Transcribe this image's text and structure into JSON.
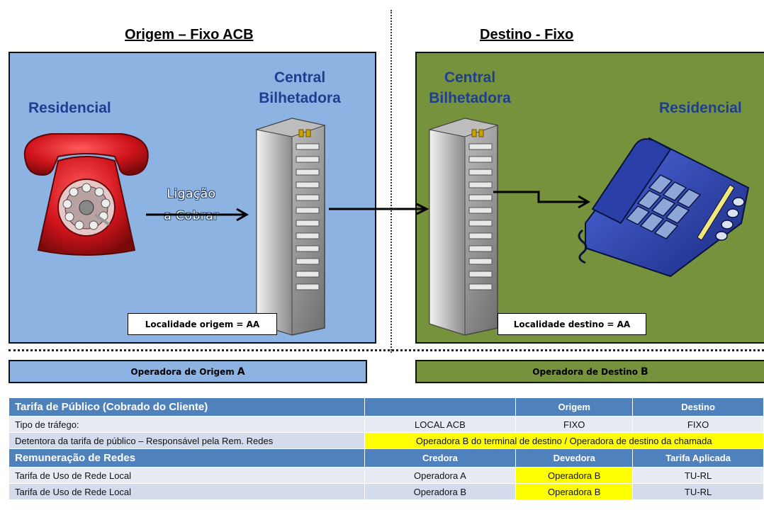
{
  "headings": {
    "left": "Origem – Fixo ACB",
    "right": "Destino - Fixo"
  },
  "left_panel": {
    "residencial": "Residencial",
    "central": [
      "Central",
      "Bilhetadora"
    ],
    "call_label": [
      "Ligação",
      "a Cobrar"
    ],
    "locality": "Localidade origem = AA",
    "colors": {
      "background": "#8db3e2",
      "label": "#1f3e8f",
      "phone": "#c8102e"
    }
  },
  "right_panel": {
    "residencial": "Residencial",
    "central": [
      "Central",
      "Bilhetadora"
    ],
    "locality": "Localidade destino = AA",
    "colors": {
      "background": "#76923c",
      "phone": "#2a3fa8"
    }
  },
  "operators": {
    "origin": {
      "label": "Operadora de Origem",
      "letter": "A"
    },
    "destination": {
      "label": "Operadora de Destino",
      "letter": "B"
    }
  },
  "table": {
    "tarifa_header": {
      "title": "Tarifa de Público (Cobrado do Cliente)",
      "blank": "",
      "origem": "Origem",
      "destino": "Destino"
    },
    "tipo_trafego": {
      "label": "Tipo de tráfego:",
      "c1": "LOCAL ACB",
      "c2": "FIXO",
      "c3": "FIXO"
    },
    "detentora": {
      "label": "Detentora da tarifa de público – Responsável pela Rem. Redes",
      "value": "Operadora  B do terminal de destino / Operadora de destino da chamada"
    },
    "remuneracao_header": {
      "title": "Remuneração de Redes",
      "credora": "Credora",
      "devedora": "Devedora",
      "tarifa": "Tarifa Aplicada"
    },
    "rows": [
      {
        "label": "Tarifa de Uso de Rede Local",
        "credora": "Operadora  A",
        "devedora": "Operadora B",
        "tarifa": "TU-RL"
      },
      {
        "label": "Tarifa de Uso de Rede Local",
        "credora": "Operadora  B",
        "devedora": "Operadora B",
        "tarifa": "TU-RL"
      }
    ],
    "colors": {
      "header": "#4f81bd",
      "highlight": "#ffff00",
      "row": "#e8ebf4",
      "row_alt": "#d3dbec"
    }
  }
}
